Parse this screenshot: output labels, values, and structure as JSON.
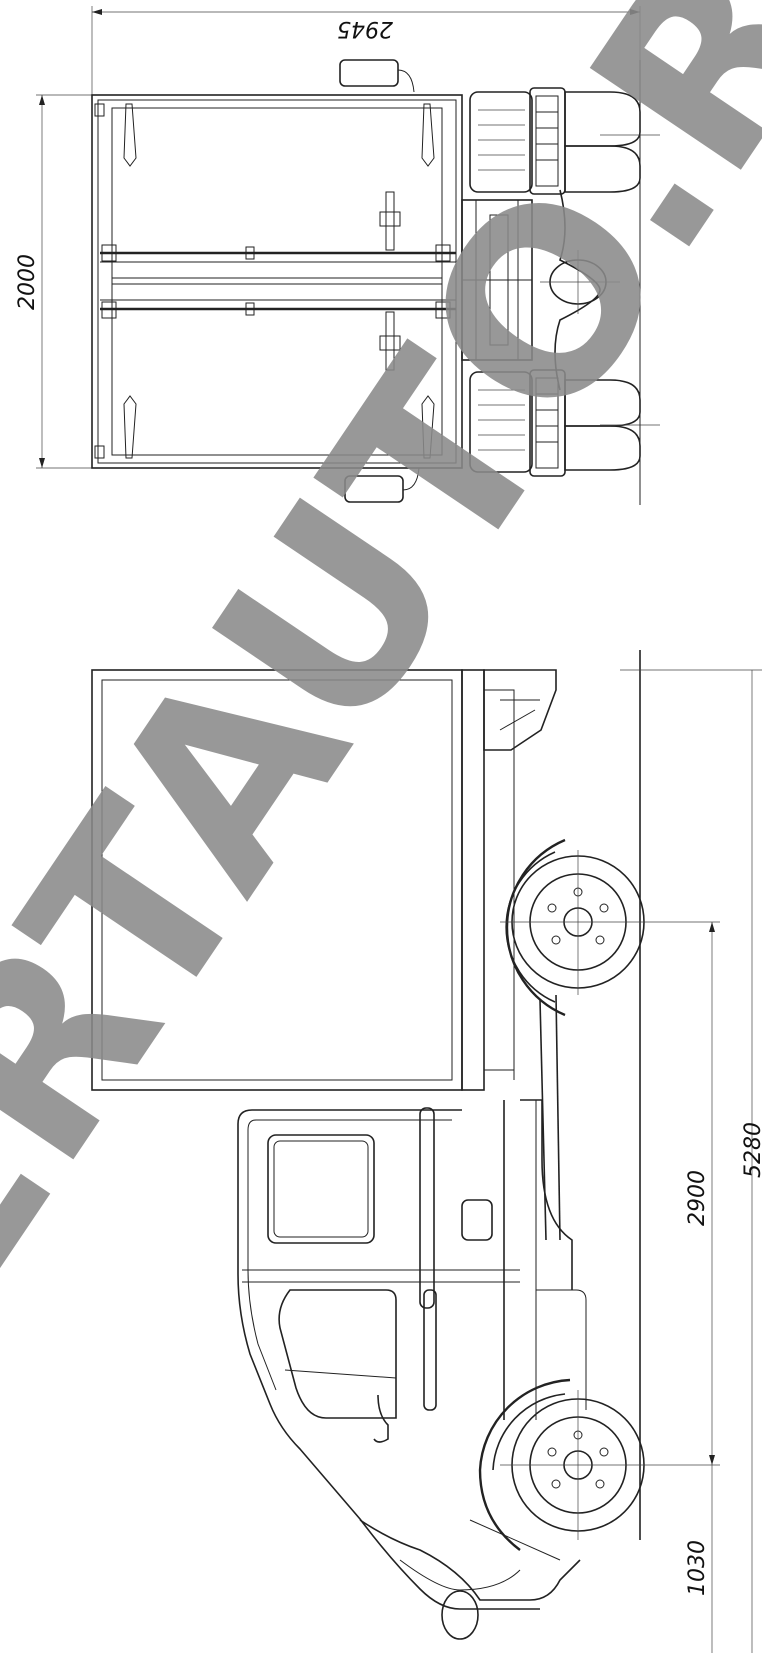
{
  "drawing": {
    "dimensions": {
      "top_length": "2945",
      "height": "2000",
      "wheelbase": "2900",
      "overall_length": "5280",
      "front_overhang": "1030"
    },
    "watermark": "ERTAUTO.R"
  },
  "colors": {
    "line": "#222222",
    "watermark": "#8a8a8a",
    "background": "#ffffff"
  }
}
